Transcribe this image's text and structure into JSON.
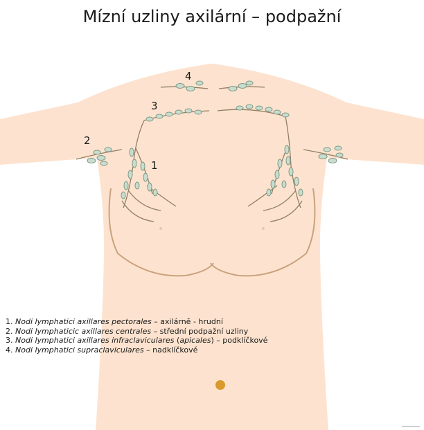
{
  "title": "Mízní uzliny axilární – podpažní",
  "colors": {
    "skin": "#fde3cf",
    "skin_outline": "#c9a27c",
    "node_fill": "#c9dccf",
    "node_stroke": "#7d9b84",
    "vessel": "#8f7f63",
    "navel": "#d99a2b"
  },
  "markers": [
    {
      "id": "1",
      "label": "1"
    },
    {
      "id": "2",
      "label": "2"
    },
    {
      "id": "3",
      "label": "3"
    },
    {
      "id": "4",
      "label": "4"
    }
  ],
  "legend": [
    {
      "num": "1. ",
      "latin": "Nodi lymphatici axillares pectorales",
      "czech": " – axilárně - hrudní"
    },
    {
      "num": "2. ",
      "latin": "Nodi lymphaticic axillares centrales",
      "czech": " – střední podpažní uzliny"
    },
    {
      "num": "3. ",
      "latin": "Nodi lymphatici axillares infraclaviculares",
      "paren_open": " (",
      "latin_b": "apicales",
      "czech": ") – podklíčkové"
    },
    {
      "num": "4. ",
      "latin": "Nodi lymphatici supraclaviculares",
      "czech": " – nadklíčkové"
    }
  ]
}
